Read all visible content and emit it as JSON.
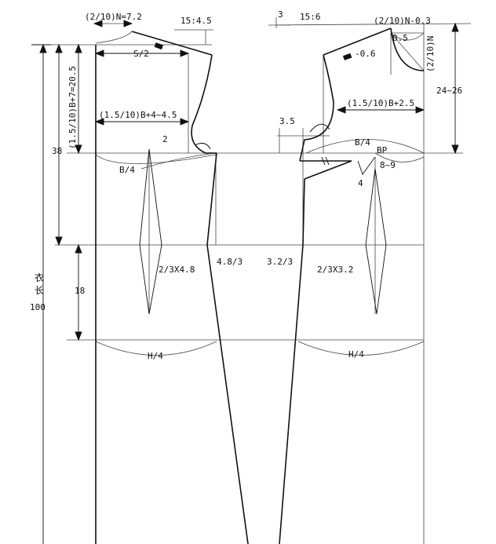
{
  "labels": {
    "neck_back_width": "(2/10)N=7.2",
    "shoulder_back_slope": "15:4.5",
    "shoulder_drop_front": "3",
    "shoulder_front_slope": "15:6",
    "neck_front_width": "(2/10)N-0.3",
    "neck_front_gap": "0.5",
    "neck_front_depth": "(2/10)N",
    "shoulder_length_adjust": "-0.6",
    "half_shoulder": "S/2",
    "armhole_depth": "(1.5/10)B+7=20.5",
    "back_width": "(1.5/10)B+4~4.5",
    "front_width": "(1.5/10)B+2.5",
    "front_neck_height": "24~26",
    "side_offset": "3.5",
    "back_bust": "B/4",
    "front_bust": "B/4",
    "bust_point": "BP",
    "bp_range": "8~9",
    "back_dart_top": "2",
    "front_dart_offset": "4",
    "waist_length": "38",
    "back_dart_width": "2/3X4.8",
    "back_side_waist": "4.8/3",
    "front_side_waist": "3.2/3",
    "front_dart_width": "2/3X3.2",
    "hip_depth": "18",
    "back_hip": "H/4",
    "front_hip": "H/4",
    "garment_length_char1": "衣",
    "garment_length_char2": "长",
    "garment_length": "100"
  }
}
